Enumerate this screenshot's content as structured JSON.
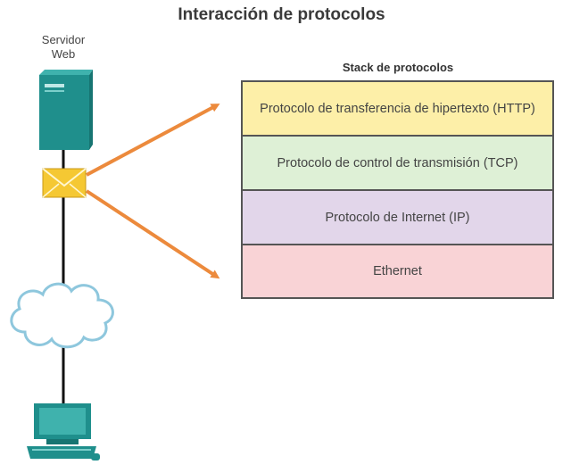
{
  "title": "Interacción de protocolos",
  "server": {
    "label_line1": "Servidor",
    "label_line2": "Web"
  },
  "stack": {
    "title": "Stack de protocolos",
    "layers": [
      {
        "label": "Protocolo de transferencia de hipertexto (HTTP)",
        "color": "#fdefa8"
      },
      {
        "label": "Protocolo de control de transmisión (TCP)",
        "color": "#def0d6"
      },
      {
        "label": "Protocolo de Internet (IP)",
        "color": "#e2d6ea"
      },
      {
        "label": "Ethernet",
        "color": "#f9d3d6"
      }
    ]
  },
  "colors": {
    "arrow": "#ec8a3c",
    "device": "#1f8f8c",
    "cloud_outline": "#8ec7dd",
    "envelope": "#f5c833"
  },
  "icons": [
    "server-icon",
    "envelope-icon",
    "cloud-icon",
    "computer-icon"
  ]
}
